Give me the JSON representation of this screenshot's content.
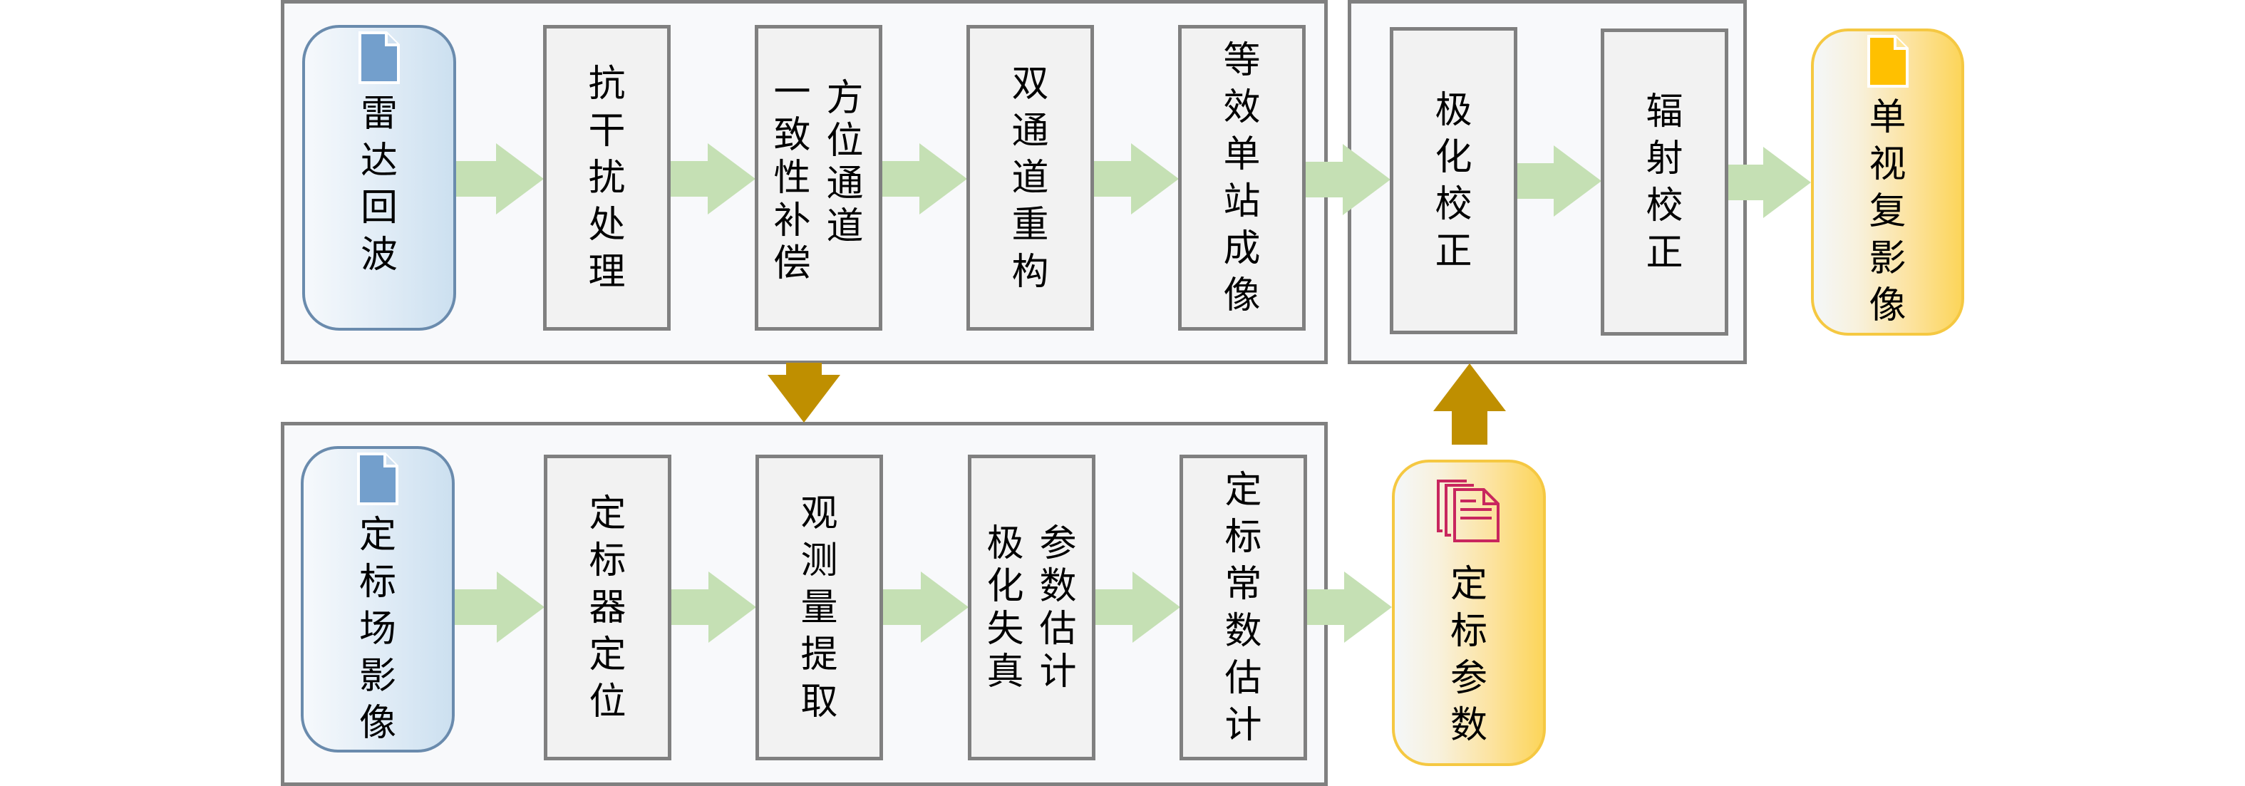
{
  "diagram": {
    "top_pipeline": {
      "input": {
        "label": "雷达回波",
        "icon": "document-icon"
      },
      "steps": [
        {
          "id": "anti-interference",
          "columns": [
            [
              "抗",
              "干",
              "扰",
              "处",
              "理"
            ]
          ]
        },
        {
          "id": "azimuth-channel-compensation",
          "reading_order": "right-to-left",
          "columns": [
            [
              "方",
              "位",
              "通",
              "道"
            ],
            [
              "一",
              "致",
              "性",
              "补",
              "偿"
            ]
          ]
        },
        {
          "id": "dual-channel-reconstruction",
          "columns": [
            [
              "双",
              "通",
              "道",
              "重",
              "构"
            ]
          ]
        },
        {
          "id": "equivalent-monostatic-imaging",
          "columns": [
            [
              "等",
              "效",
              "单",
              "站",
              "成",
              "像"
            ]
          ]
        }
      ]
    },
    "correction_group": {
      "steps": [
        {
          "id": "polarization-correction",
          "columns": [
            [
              "极",
              "化",
              "校",
              "正"
            ]
          ]
        },
        {
          "id": "radiometric-correction",
          "columns": [
            [
              "辐",
              "射",
              "校",
              "正"
            ]
          ]
        }
      ]
    },
    "output": {
      "label": "单视复影像",
      "icon": "document-icon"
    },
    "bottom_pipeline": {
      "input": {
        "label": "定标场影像",
        "icon": "document-icon"
      },
      "steps": [
        {
          "id": "calibrator-location",
          "columns": [
            [
              "定",
              "标",
              "器",
              "定",
              "位"
            ]
          ]
        },
        {
          "id": "observation-extraction",
          "columns": [
            [
              "观",
              "测",
              "量",
              "提",
              "取"
            ]
          ]
        },
        {
          "id": "polarization-distortion-estimation",
          "reading_order": "left-to-right",
          "columns": [
            [
              "极",
              "化",
              "失",
              "真"
            ],
            [
              "参",
              "数",
              "估",
              "计"
            ]
          ]
        },
        {
          "id": "calibration-constant-estimation",
          "columns": [
            [
              "定",
              "标",
              "常",
              "数",
              "估",
              "计"
            ]
          ]
        }
      ]
    },
    "calibration_params": {
      "label": "定标参数",
      "icon": "multi-document-icon"
    },
    "labels_full": {
      "s1": "抗干扰处理",
      "s2": "方位通道一致性补偿",
      "s3": "双通道重构",
      "s4": "等效单站成像",
      "c1": "极化校正",
      "c2": "辐射校正",
      "b1": "定标器定位",
      "b2": "观测量提取",
      "b3": "极化失真参数估计",
      "b4": "定标常数估计"
    },
    "colors": {
      "flow_arrow": "#c5e0b4",
      "feed_arrow": "#bf8f00",
      "input_icon": "#739fcc",
      "output_icon": "#ffc000",
      "params_icon": "#c8265e",
      "group_border": "#808080",
      "step_fill": "#f2f2f2"
    }
  }
}
